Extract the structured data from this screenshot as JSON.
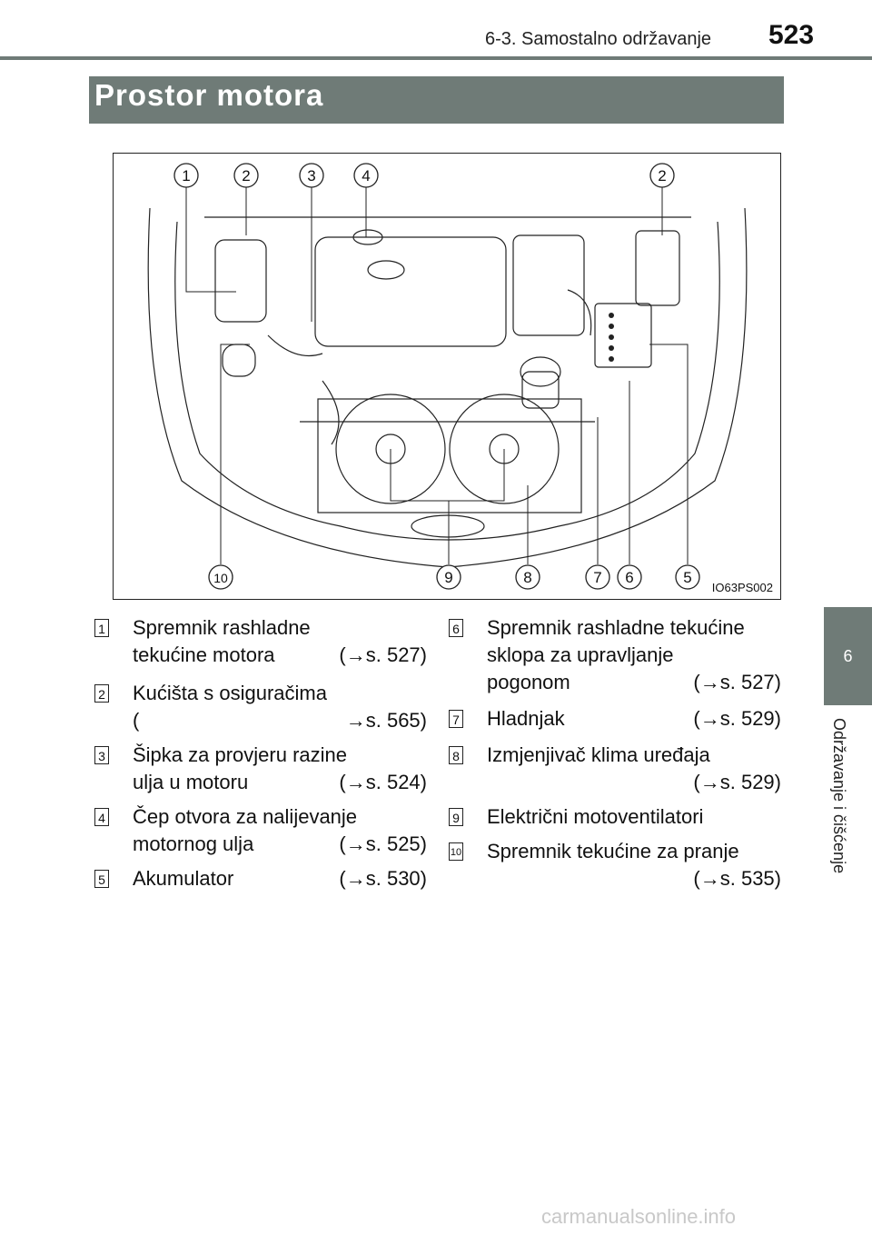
{
  "header": {
    "section": "6-3. Samostalno održavanje",
    "page_number": "523"
  },
  "title": "Prostor motora",
  "side_tab": {
    "chapter_number": "6",
    "chapter_title": "Održavanje i čišćenje"
  },
  "figure": {
    "code": "IO63PS002",
    "callouts": [
      "1",
      "2",
      "3",
      "4",
      "2",
      "10",
      "9",
      "8",
      "7",
      "6",
      "5"
    ]
  },
  "legend": [
    {
      "num": "1",
      "lines": [
        "Spremnik rashladne",
        "tekućine motora"
      ],
      "ref": "(→s. 527)"
    },
    {
      "num": "2",
      "lines": [
        "Kućišta s osiguračima",
        "("
      ],
      "ref": "→s. 565)"
    },
    {
      "num": "3",
      "lines": [
        "Šipka za provjeru razine",
        "ulja u motoru"
      ],
      "ref": "(→s. 524)"
    },
    {
      "num": "4",
      "lines": [
        "Čep otvora za nalijevanje",
        "motornog ulja"
      ],
      "ref": "(→s. 525)"
    },
    {
      "num": "5",
      "lines": [
        "Akumulator"
      ],
      "ref": "(→s. 530)"
    },
    {
      "num": "6",
      "lines": [
        "Spremnik rashladne tekućine",
        "sklopa za upravljanje",
        "pogonom"
      ],
      "ref": "(→s. 527)"
    },
    {
      "num": "7",
      "lines": [
        "Hladnjak"
      ],
      "ref": "(→s. 529)"
    },
    {
      "num": "8",
      "lines": [
        "Izmjenjivač klima uređaja",
        ""
      ],
      "ref": "(→s. 529)"
    },
    {
      "num": "9",
      "lines": [
        "Električni motoventilatori"
      ],
      "ref": ""
    },
    {
      "num": "10",
      "lines": [
        "Spremnik tekućine za pranje",
        ""
      ],
      "ref": "(→s. 535)"
    }
  ],
  "watermark": "carmanualsonline.info"
}
